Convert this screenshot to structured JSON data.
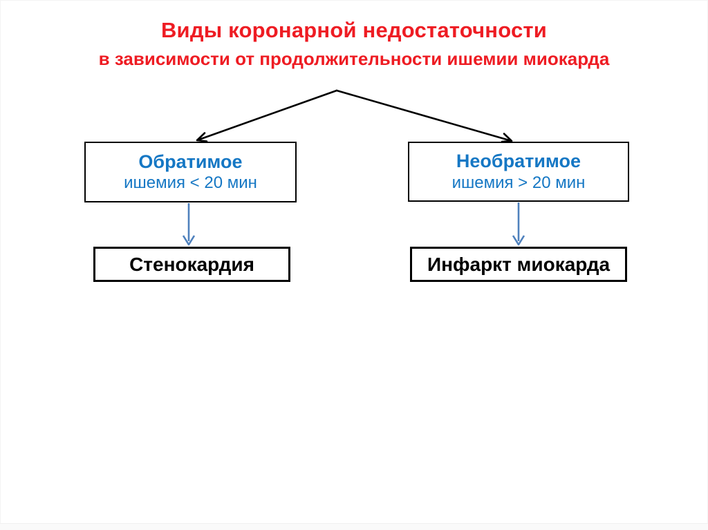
{
  "slide": {
    "title": "Виды коронарной недостаточности",
    "subtitle": "в зависимости от продолжительности ишемии миокарда"
  },
  "diagram": {
    "type": "tree",
    "nodes": [
      {
        "id": "reversible",
        "title": "Обратимое",
        "detail": "ишемия < 20 мин"
      },
      {
        "id": "irreversible",
        "title": "Необратимое",
        "detail": "ишемия > 20 мин"
      },
      {
        "id": "angina",
        "title": "Стенокардия"
      },
      {
        "id": "infarction",
        "title": "Инфаркт миокарда"
      }
    ],
    "edges": [
      {
        "from": "title-apex",
        "to": "reversible",
        "style": "black-diagonal-arrow"
      },
      {
        "from": "title-apex",
        "to": "irreversible",
        "style": "black-diagonal-arrow"
      },
      {
        "from": "reversible",
        "to": "angina",
        "style": "blue-vertical-arrow"
      },
      {
        "from": "irreversible",
        "to": "infarction",
        "style": "blue-vertical-arrow"
      }
    ]
  },
  "colors": {
    "title_red": "#ee1c23",
    "node_text_blue": "#1577c4",
    "branch_arrow_black": "#000000",
    "down_arrow_blue": "#4f81bd",
    "box_border_black": "#000000",
    "background": "#ffffff"
  }
}
